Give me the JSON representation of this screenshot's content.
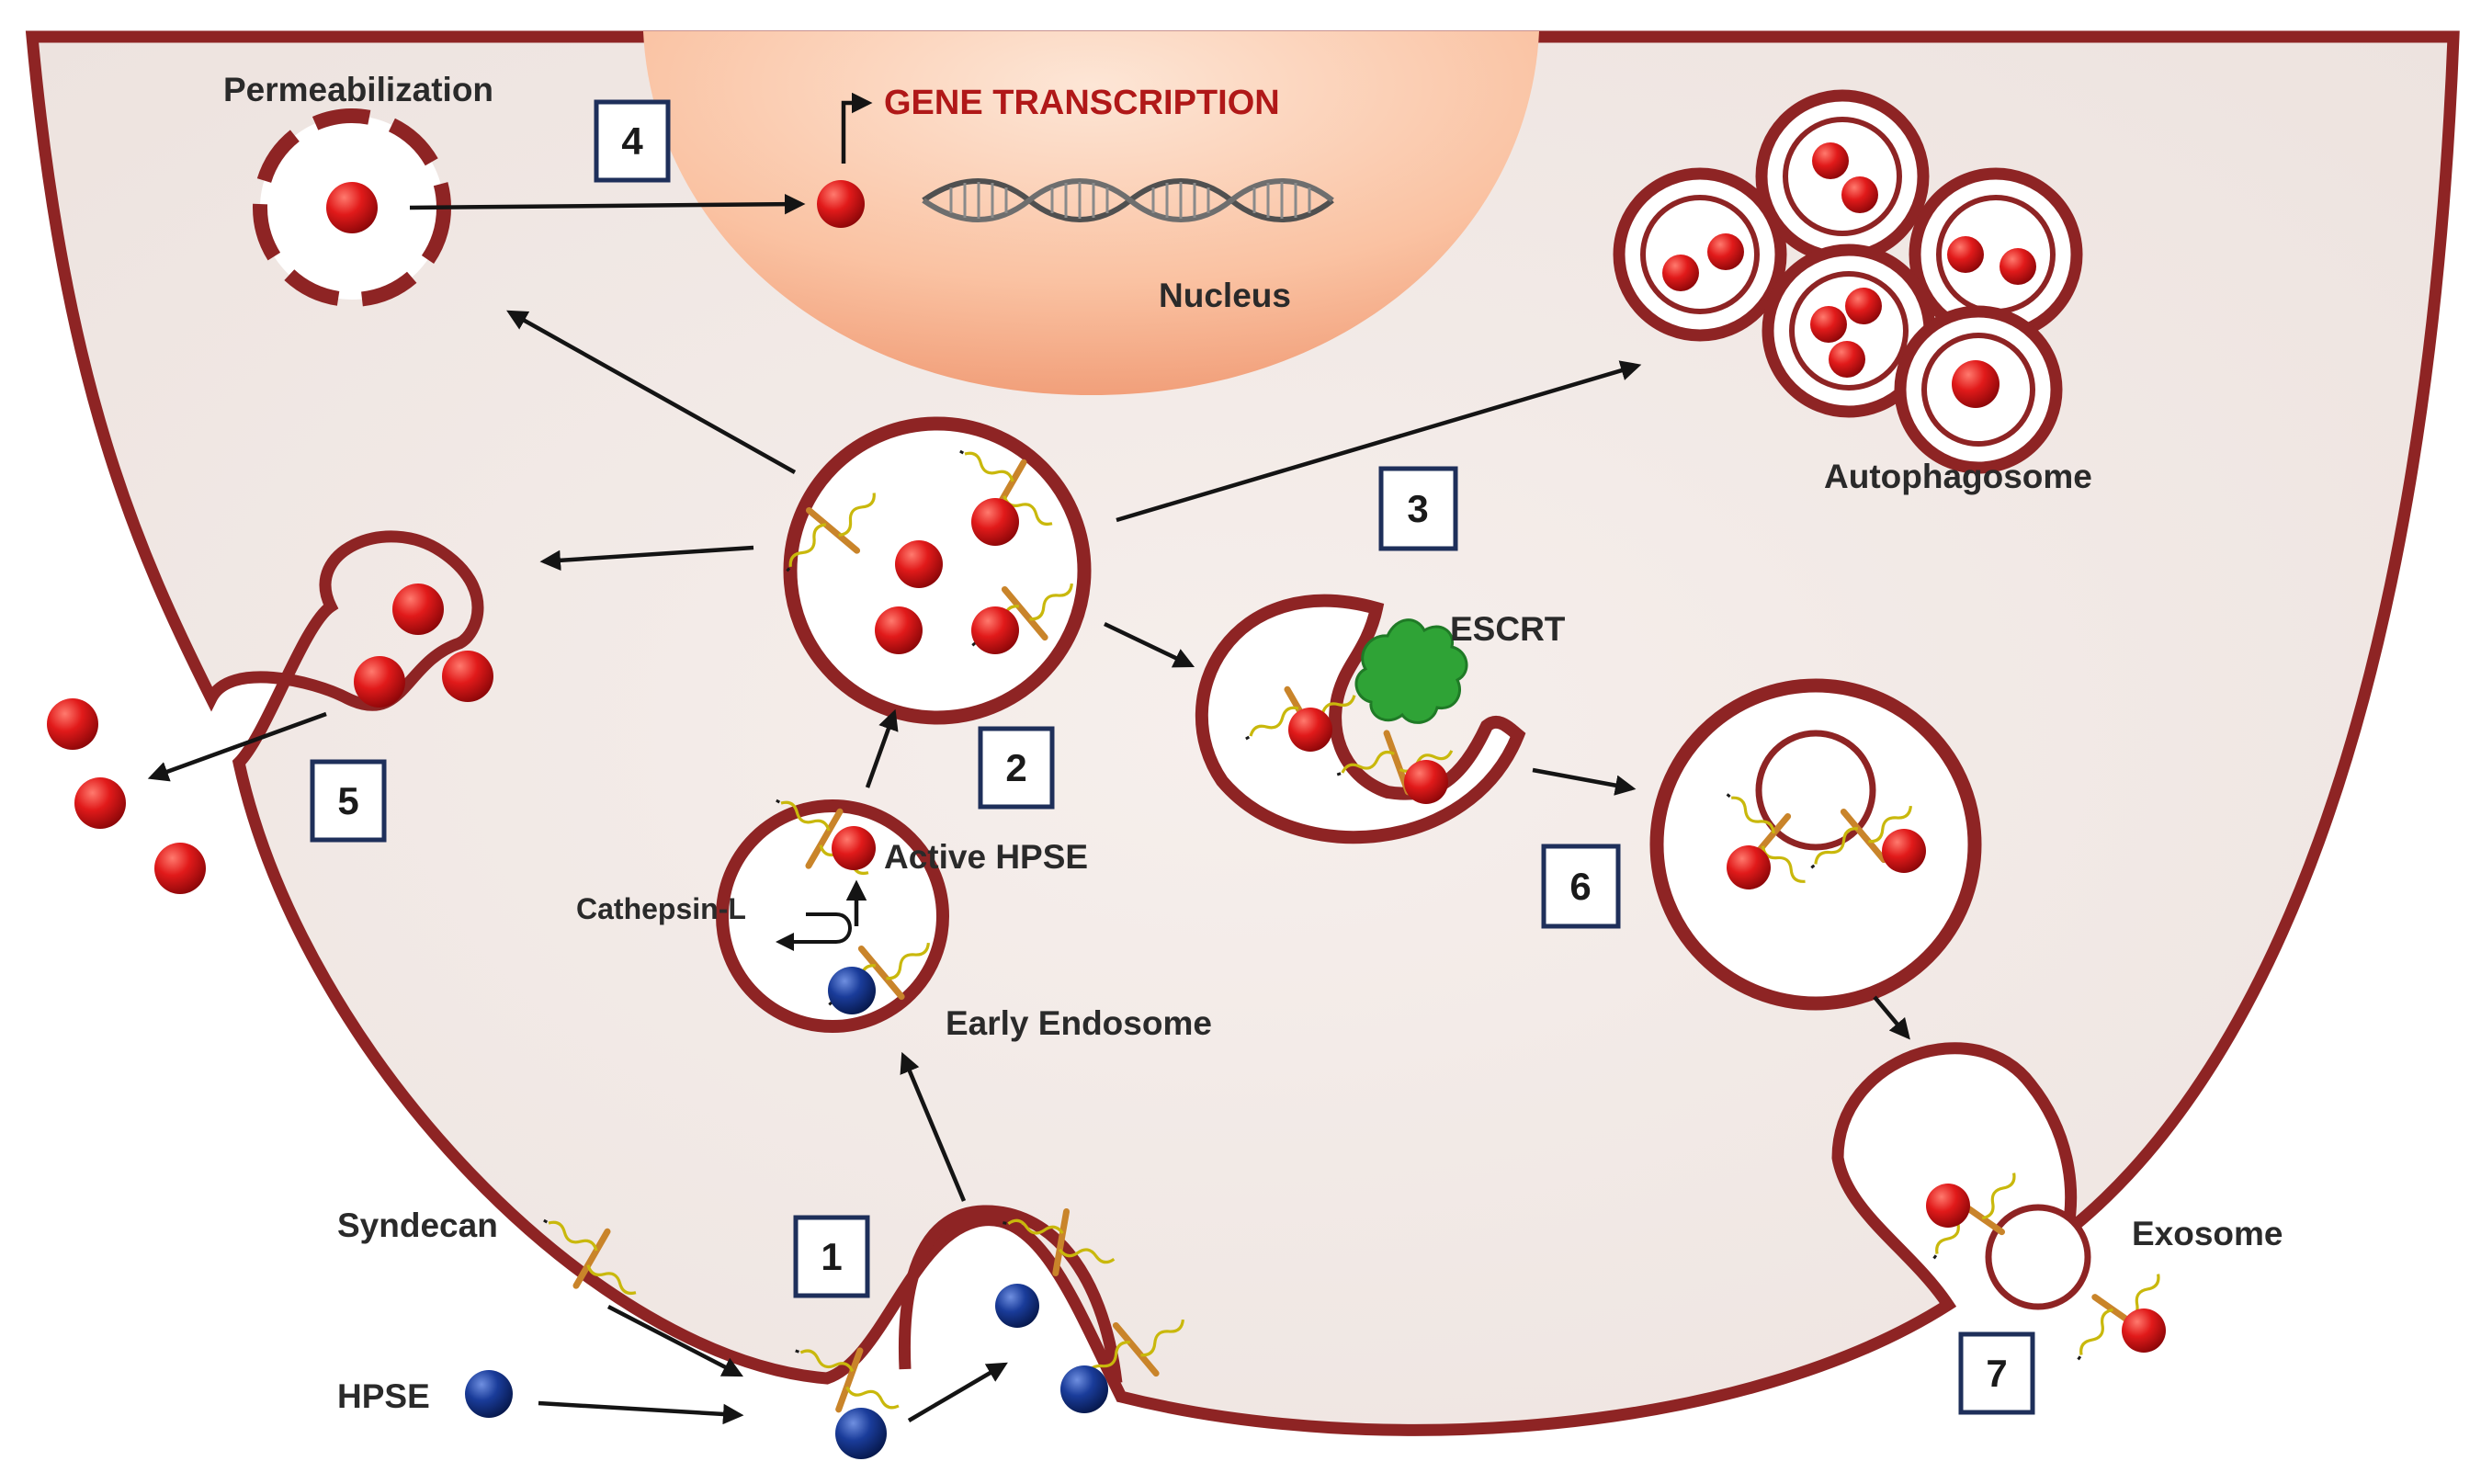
{
  "colors": {
    "membrane": "#8e2424",
    "cytoplasm": "#f2ebe8",
    "nucleus_outer": "#f6b08a",
    "nucleus_inner": "#fde1cf",
    "active_hpse": "#d60e14",
    "hpse": "#12317e",
    "syndecan_core": "#d08a2e",
    "heparan_sulfate": "#d8c40a",
    "escrt": "#2fa336",
    "step_box_border": "#1e2f5a",
    "gene_transcription_text": "#b01818"
  },
  "labels": {
    "permeabilization": "Permeabilization",
    "gene_transcription": "GENE TRANSCRIPTION",
    "nucleus": "Nucleus",
    "autophagosome": "Autophagosome",
    "escrt": "ESCRT",
    "active_hpse": "Active HPSE",
    "cathepsin_l": "Cathepsin-L",
    "early_endosome": "Early Endosome",
    "syndecan": "Syndecan",
    "hpse": "HPSE",
    "exosome": "Exosome"
  },
  "steps": [
    "1",
    "2",
    "3",
    "4",
    "5",
    "6",
    "7"
  ],
  "icons": [
    "dna-helix-icon",
    "escrt-complex-icon",
    "transcription-arrow-icon"
  ]
}
